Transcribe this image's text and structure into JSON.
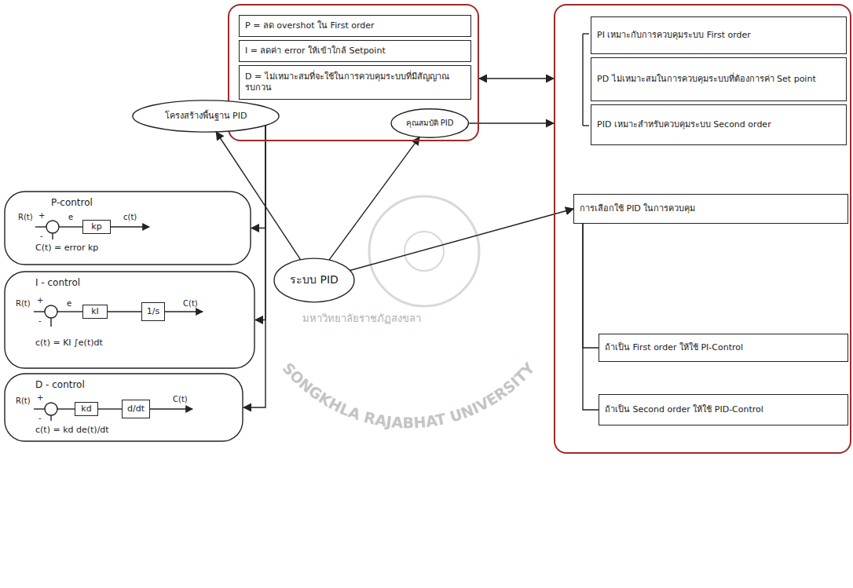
{
  "diagram": {
    "nodes": [
      {
        "text": []
      },
      {
        "text": [
          "P = ลด overshot ใน First order"
        ],
        "in": 0
      },
      {
        "text": [
          "I = ลดค่า error ให้เข้าใกล้ Setpoint"
        ],
        "in": 0
      },
      {
        "text": [
          "D = ไม่เหมาะสมที่จะใช้ในการควบคุมระบบที่มีสัญญาณรบกวน"
        ],
        "in": 0
      },
      {
        "text": [
          "คุณสมบัติ PID"
        ],
        "in": 0
      },
      {
        "text": []
      },
      {
        "text": [
          "PI เหมาะกับการควบคุมระบบ First order"
        ],
        "in": 5
      },
      {
        "text": [
          "PD ไม่เหมาะสมในการควบคุมระบบที่ต้องการค่า Set point"
        ],
        "in": 5
      },
      {
        "text": [
          "PID เหมาะสำหรับควบคุมระบบ Second order"
        ],
        "in": 5
      },
      {
        "text": [
          "การเลือกใช้ PID ในการควบคุม"
        ],
        "in": 5
      },
      {
        "text": [
          "ถ้าเป็น First order ให้ใช้ PI-Control"
        ],
        "in": 5
      },
      {
        "text": [
          "ถ้าเป็น Second order ให้ใช้ PID-Control"
        ],
        "in": 5
      },
      {
        "text": [
          "โครงสร้างพื้นฐาน PID"
        ]
      },
      {
        "text": [
          "ระบบ PID"
        ]
      },
      {
        "text": [
          "P-control",
          "R(t)",
          "+",
          "-",
          "e",
          "c(t)",
          "C(t) = error kp"
        ]
      },
      {
        "text": [
          "kp"
        ],
        "in": 14
      },
      {
        "text": [
          "I - control",
          "R(t)",
          "+",
          "-",
          "e",
          "C(t)",
          "c(t) = KI ∫e(t)dt"
        ]
      },
      {
        "text": [
          "kI"
        ],
        "in": 16
      },
      {
        "text": [
          "1/s"
        ],
        "in": 16
      },
      {
        "text": [
          "D - control",
          "R(t)",
          "+",
          "-",
          "C(t)",
          "c(t) = kd de(t)/dt"
        ]
      },
      {
        "text": [
          "kd"
        ],
        "in": 19
      },
      {
        "text": [
          "d/dt"
        ],
        "in": 19
      }
    ],
    "edges": [
      {
        "from": 13,
        "to": 12,
        "arrow": "to"
      },
      {
        "from": 13,
        "to": 4,
        "arrow": "to"
      },
      {
        "from": 13,
        "to": 9,
        "arrow": "to"
      },
      {
        "from": 12,
        "to": 14,
        "arrow": "to"
      },
      {
        "from": 12,
        "to": 16,
        "arrow": "to"
      },
      {
        "from": 12,
        "to": 19,
        "arrow": "to"
      },
      {
        "from": 4,
        "to": 5,
        "arrow": "to"
      },
      {
        "from": 0,
        "to": 5,
        "arrow": "both"
      },
      {
        "from": 9,
        "to": 10,
        "arrow": "none"
      },
      {
        "from": 9,
        "to": 11,
        "arrow": "none"
      },
      {
        "from": 17,
        "to": 18,
        "arrow": "none"
      },
      {
        "from": 20,
        "to": 21,
        "arrow": "none"
      }
    ],
    "labels": [
      "มหาวิทยาลัยราชภัฏสงขลา",
      "SONGKHLA RAJABHAT UNIVERSITY"
    ]
  }
}
